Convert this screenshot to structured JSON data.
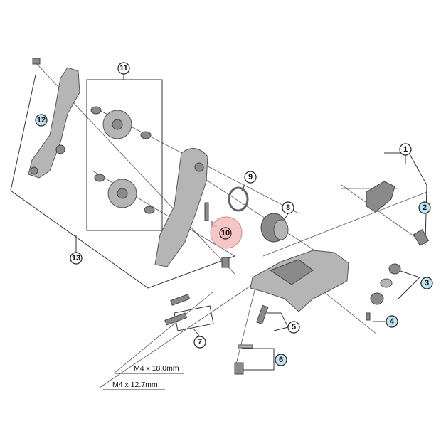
{
  "diagram": {
    "callouts": {
      "c1": "1",
      "c2": "2",
      "c3": "3",
      "c4": "4",
      "c5": "5",
      "c6": "6",
      "c7": "7",
      "c8": "8",
      "c9": "9",
      "c10": "10",
      "c11": "11",
      "c12": "12",
      "c13": "13"
    },
    "specs": {
      "bolt_long": "M4 x 18.0mm",
      "bolt_short": "M4 x 12.7mm"
    },
    "colors": {
      "highlight": "#f2b8b8",
      "callout_blue": "#bfe3f0"
    }
  }
}
